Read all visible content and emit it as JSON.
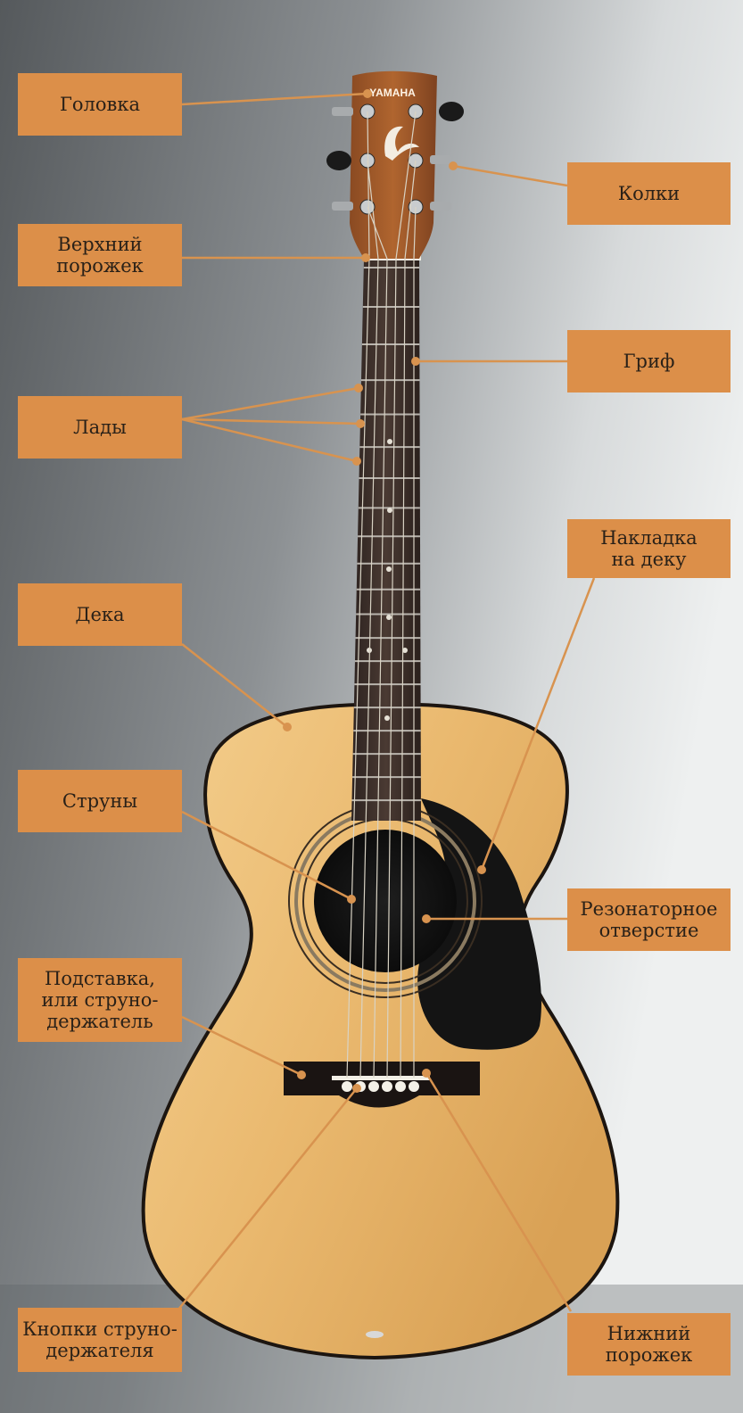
{
  "brand": "YAMAHA",
  "colors": {
    "label_bg": "#dc8f49",
    "leader_line": "#d8934f",
    "background": "#6b6f72"
  },
  "labels": {
    "headstock": "Головка",
    "tuners": "Колки",
    "nut": "Верхний\nпорожек",
    "neck": "Гриф",
    "frets": "Лады",
    "pickguard": "Накладка\nна деку",
    "top": "Дека",
    "strings": "Струны",
    "soundhole": "Резонаторное\nотверстие",
    "bridge": "Подставка,\nили струно-\nдержатель",
    "bridge_pins": "Кнопки струно-\nдержателя",
    "saddle": "Нижний\nпорожек"
  }
}
